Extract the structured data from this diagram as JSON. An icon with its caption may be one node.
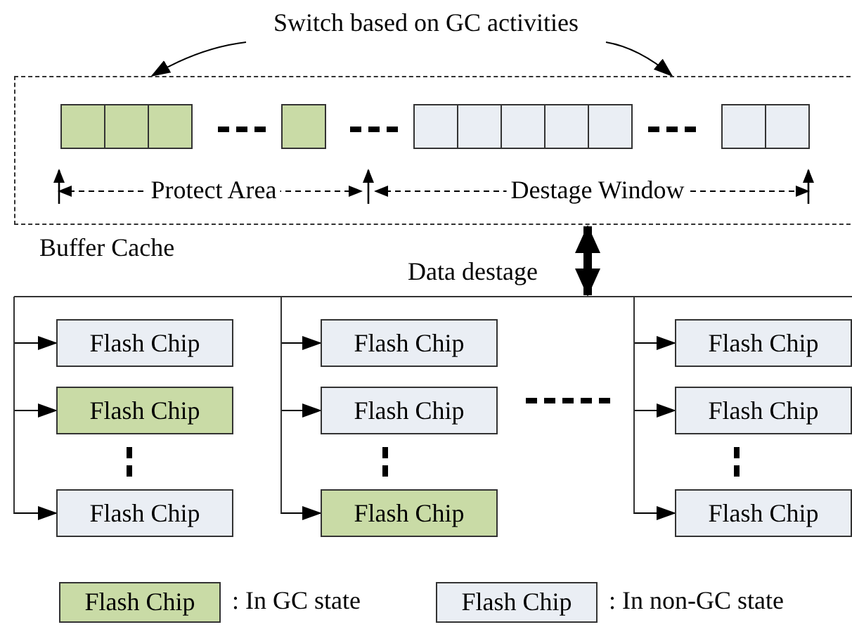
{
  "diagram": {
    "nodes": [
      {
        "text": [
          "Buffer Cache"
        ]
      },
      {
        "text": [
          "Switch based on GC activities"
        ]
      },
      {
        "text": [],
        "shape": "box",
        "in": 0
      },
      {
        "text": [],
        "shape": "box",
        "in": 0
      },
      {
        "text": [],
        "shape": "box",
        "in": 0
      },
      {
        "text": [],
        "shape": "box",
        "in": 0
      },
      {
        "text": [],
        "shape": "box",
        "in": 0
      },
      {
        "text": [],
        "shape": "box",
        "in": 0
      },
      {
        "text": [],
        "shape": "box",
        "in": 0
      },
      {
        "text": [],
        "shape": "box",
        "in": 0
      },
      {
        "text": [],
        "shape": "box",
        "in": 0
      },
      {
        "text": [],
        "shape": "box",
        "in": 0
      },
      {
        "text": [],
        "shape": "box",
        "in": 0
      },
      {
        "text": [
          "Flash Chip"
        ]
      },
      {
        "text": [
          "Flash Chip"
        ]
      },
      {
        "text": [
          "Flash Chip"
        ]
      },
      {
        "text": [
          "Flash Chip"
        ]
      },
      {
        "text": [
          "Flash Chip"
        ]
      },
      {
        "text": [
          "Flash Chip"
        ]
      },
      {
        "text": [
          "Flash Chip"
        ]
      },
      {
        "text": [
          "Flash Chip"
        ]
      },
      {
        "text": [
          "Flash Chip"
        ]
      }
    ],
    "edges": [
      {
        "from": 1,
        "to": 0,
        "arrow": "to"
      },
      {
        "from": 1,
        "to": 0,
        "arrow": "to"
      },
      {
        "from": 0,
        "to": null,
        "arrow": "both",
        "label": "Data destage",
        "style": "thick"
      },
      {
        "from": null,
        "to": 13,
        "arrow": "to"
      },
      {
        "from": null,
        "to": 14,
        "arrow": "to"
      },
      {
        "from": null,
        "to": 15,
        "arrow": "to"
      },
      {
        "from": null,
        "to": 16,
        "arrow": "to"
      },
      {
        "from": null,
        "to": 17,
        "arrow": "to"
      },
      {
        "from": null,
        "to": 18,
        "arrow": "to"
      },
      {
        "from": null,
        "to": 19,
        "arrow": "to"
      },
      {
        "from": null,
        "to": 20,
        "arrow": "to"
      },
      {
        "from": null,
        "to": 21,
        "arrow": "to"
      }
    ],
    "labels": [
      "Protect Area",
      "Destage Window",
      "Flash Chip",
      "Flash Chip"
    ],
    "legend": [
      {
        "text": ": In GC state",
        "color": "#c9dba6"
      },
      {
        "text": ": In non-GC state",
        "color": "#eaeef4"
      }
    ]
  }
}
